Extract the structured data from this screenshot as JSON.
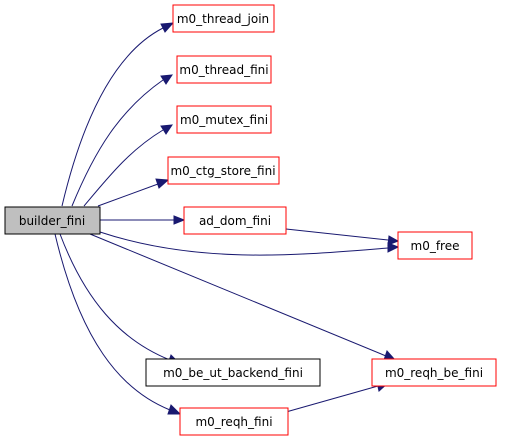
{
  "graph": {
    "root": {
      "id": "builder_fini",
      "label": "builder_fini"
    },
    "nodes": [
      {
        "id": "m0_thread_join",
        "label": "m0_thread_join",
        "style": "red"
      },
      {
        "id": "m0_thread_fini",
        "label": "m0_thread_fini",
        "style": "red"
      },
      {
        "id": "m0_mutex_fini",
        "label": "m0_mutex_fini",
        "style": "red"
      },
      {
        "id": "m0_ctg_store_fini",
        "label": "m0_ctg_store_fini",
        "style": "red"
      },
      {
        "id": "ad_dom_fini",
        "label": "ad_dom_fini",
        "style": "red"
      },
      {
        "id": "m0_free",
        "label": "m0_free",
        "style": "red"
      },
      {
        "id": "m0_be_ut_backend_fini",
        "label": "m0_be_ut_backend_fini",
        "style": "black"
      },
      {
        "id": "m0_reqh_be_fini",
        "label": "m0_reqh_be_fini",
        "style": "red"
      },
      {
        "id": "m0_reqh_fini",
        "label": "m0_reqh_fini",
        "style": "red"
      }
    ],
    "edges": [
      {
        "from": "builder_fini",
        "to": "m0_thread_join"
      },
      {
        "from": "builder_fini",
        "to": "m0_thread_fini"
      },
      {
        "from": "builder_fini",
        "to": "m0_mutex_fini"
      },
      {
        "from": "builder_fini",
        "to": "m0_ctg_store_fini"
      },
      {
        "from": "builder_fini",
        "to": "ad_dom_fini"
      },
      {
        "from": "builder_fini",
        "to": "m0_free"
      },
      {
        "from": "builder_fini",
        "to": "m0_reqh_be_fini"
      },
      {
        "from": "builder_fini",
        "to": "m0_be_ut_backend_fini"
      },
      {
        "from": "builder_fini",
        "to": "m0_reqh_fini"
      },
      {
        "from": "ad_dom_fini",
        "to": "m0_free"
      },
      {
        "from": "m0_reqh_fini",
        "to": "m0_reqh_be_fini"
      }
    ],
    "colors": {
      "edge": "#191970",
      "link_node_border": "#ff0000",
      "plain_node_border": "#000000",
      "root_fill": "#bfbfbf"
    }
  }
}
